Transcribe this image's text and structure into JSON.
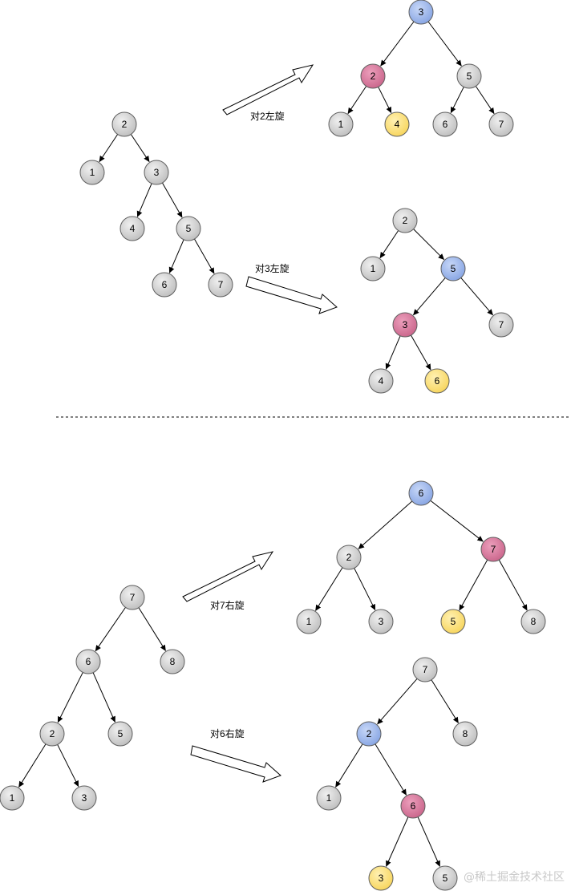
{
  "colors": {
    "gray": "#cfcfcf",
    "blue": "#9fb8ec",
    "pink": "#d97ea0",
    "yellow": "#ffe27a",
    "stroke": "#5f5f5f"
  },
  "labels": {
    "rotate_left_2": "对2左旋",
    "rotate_left_3": "对3左旋",
    "rotate_right_7": "对7右旋",
    "rotate_right_6": "对6右旋"
  },
  "watermark": "@稀土掘金技术社区",
  "trees": {
    "tree_a_original": {
      "nodes": [
        {
          "id": "a2",
          "label": "2",
          "color": "gray"
        },
        {
          "id": "a1",
          "label": "1",
          "color": "gray"
        },
        {
          "id": "a3",
          "label": "3",
          "color": "gray"
        },
        {
          "id": "a4",
          "label": "4",
          "color": "gray"
        },
        {
          "id": "a5",
          "label": "5",
          "color": "gray"
        },
        {
          "id": "a6",
          "label": "6",
          "color": "gray"
        },
        {
          "id": "a7",
          "label": "7",
          "color": "gray"
        }
      ],
      "edges": [
        [
          "a2",
          "a1"
        ],
        [
          "a2",
          "a3"
        ],
        [
          "a3",
          "a4"
        ],
        [
          "a3",
          "a5"
        ],
        [
          "a5",
          "a6"
        ],
        [
          "a5",
          "a7"
        ]
      ]
    },
    "tree_a_left2": {
      "nodes": [
        {
          "id": "b3",
          "label": "3",
          "color": "blue"
        },
        {
          "id": "b2",
          "label": "2",
          "color": "pink"
        },
        {
          "id": "b5",
          "label": "5",
          "color": "gray"
        },
        {
          "id": "b1",
          "label": "1",
          "color": "gray"
        },
        {
          "id": "b4",
          "label": "4",
          "color": "yellow"
        },
        {
          "id": "b6",
          "label": "6",
          "color": "gray"
        },
        {
          "id": "b7",
          "label": "7",
          "color": "gray"
        }
      ],
      "edges": [
        [
          "b3",
          "b2"
        ],
        [
          "b3",
          "b5"
        ],
        [
          "b2",
          "b1"
        ],
        [
          "b2",
          "b4"
        ],
        [
          "b5",
          "b6"
        ],
        [
          "b5",
          "b7"
        ]
      ]
    },
    "tree_a_left3": {
      "nodes": [
        {
          "id": "c2",
          "label": "2",
          "color": "gray"
        },
        {
          "id": "c1",
          "label": "1",
          "color": "gray"
        },
        {
          "id": "c5",
          "label": "5",
          "color": "blue"
        },
        {
          "id": "c3",
          "label": "3",
          "color": "pink"
        },
        {
          "id": "c7",
          "label": "7",
          "color": "gray"
        },
        {
          "id": "c4",
          "label": "4",
          "color": "gray"
        },
        {
          "id": "c6",
          "label": "6",
          "color": "yellow"
        }
      ],
      "edges": [
        [
          "c2",
          "c1"
        ],
        [
          "c2",
          "c5"
        ],
        [
          "c5",
          "c3"
        ],
        [
          "c5",
          "c7"
        ],
        [
          "c3",
          "c4"
        ],
        [
          "c3",
          "c6"
        ]
      ]
    },
    "tree_b_original": {
      "nodes": [
        {
          "id": "d7",
          "label": "7",
          "color": "gray"
        },
        {
          "id": "d6",
          "label": "6",
          "color": "gray"
        },
        {
          "id": "d8",
          "label": "8",
          "color": "gray"
        },
        {
          "id": "d2",
          "label": "2",
          "color": "gray"
        },
        {
          "id": "d5",
          "label": "5",
          "color": "gray"
        },
        {
          "id": "d1",
          "label": "1",
          "color": "gray"
        },
        {
          "id": "d3",
          "label": "3",
          "color": "gray"
        }
      ],
      "edges": [
        [
          "d7",
          "d6"
        ],
        [
          "d7",
          "d8"
        ],
        [
          "d6",
          "d2"
        ],
        [
          "d6",
          "d5"
        ],
        [
          "d2",
          "d1"
        ],
        [
          "d2",
          "d3"
        ]
      ]
    },
    "tree_b_right7": {
      "nodes": [
        {
          "id": "e6",
          "label": "6",
          "color": "blue"
        },
        {
          "id": "e2",
          "label": "2",
          "color": "gray"
        },
        {
          "id": "e7",
          "label": "7",
          "color": "pink"
        },
        {
          "id": "e1",
          "label": "1",
          "color": "gray"
        },
        {
          "id": "e3",
          "label": "3",
          "color": "gray"
        },
        {
          "id": "e5",
          "label": "5",
          "color": "yellow"
        },
        {
          "id": "e8",
          "label": "8",
          "color": "gray"
        }
      ],
      "edges": [
        [
          "e6",
          "e2"
        ],
        [
          "e6",
          "e7"
        ],
        [
          "e2",
          "e1"
        ],
        [
          "e2",
          "e3"
        ],
        [
          "e7",
          "e5"
        ],
        [
          "e7",
          "e8"
        ]
      ]
    },
    "tree_b_right6": {
      "nodes": [
        {
          "id": "f7",
          "label": "7",
          "color": "gray"
        },
        {
          "id": "f2",
          "label": "2",
          "color": "blue"
        },
        {
          "id": "f8",
          "label": "8",
          "color": "gray"
        },
        {
          "id": "f1",
          "label": "1",
          "color": "gray"
        },
        {
          "id": "f6",
          "label": "6",
          "color": "pink"
        },
        {
          "id": "f3",
          "label": "3",
          "color": "yellow"
        },
        {
          "id": "f5",
          "label": "5",
          "color": "gray"
        }
      ],
      "edges": [
        [
          "f7",
          "f2"
        ],
        [
          "f7",
          "f8"
        ],
        [
          "f2",
          "f1"
        ],
        [
          "f2",
          "f6"
        ],
        [
          "f6",
          "f3"
        ],
        [
          "f6",
          "f5"
        ]
      ]
    }
  }
}
